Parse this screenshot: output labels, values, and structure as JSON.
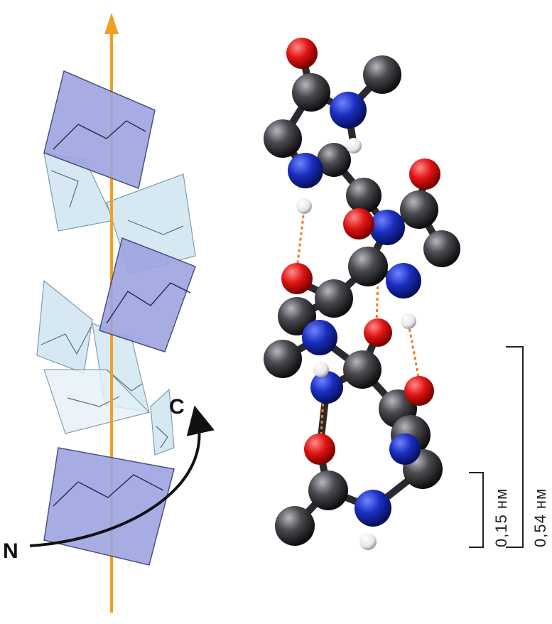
{
  "diagram": {
    "labels": {
      "n_terminus": "N",
      "c_terminus": "C"
    },
    "scale_bars": [
      {
        "label": "0,15 нм"
      },
      {
        "label": "0,54 нм"
      }
    ],
    "colors": {
      "axis": "#f0a020",
      "plane_dark": "#9ea4e0",
      "plane_light": "#cfe6f2",
      "carbon": "#3a3a3e",
      "nitrogen": "#1428b8",
      "oxygen": "#e01818",
      "hydrogen": "#f2f2f2",
      "hbond": "#f07a20"
    }
  }
}
